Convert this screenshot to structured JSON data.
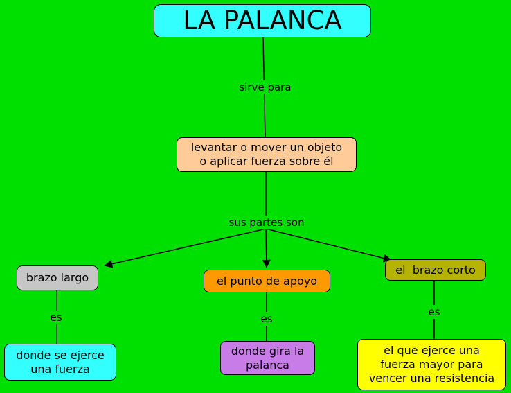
{
  "canvas": {
    "bg": "#00e000"
  },
  "title": {
    "label": "LA PALANCA",
    "bg": "#33ffff"
  },
  "connectors": {
    "sirve_para": "sirve para",
    "sus_partes_son": "sus partes son",
    "es": "es"
  },
  "nodes": {
    "objetivo": {
      "label": "levantar o mover un objeto\no aplicar fuerza sobre él",
      "bg": "#ffcc99"
    },
    "brazo_largo": {
      "label": "brazo largo",
      "bg": "#c6c6c6"
    },
    "punto_apoyo": {
      "label": "el punto de apoyo",
      "bg": "#ff9900"
    },
    "brazo_corto": {
      "label": "el  brazo corto",
      "bg": "#b3b300"
    },
    "donde_fuerza": {
      "label": "donde se ejerce\nuna fuerza",
      "bg": "#33ffff"
    },
    "donde_gira": {
      "label": "donde gira la\npalanca",
      "bg": "#c77ce8"
    },
    "fuerza_mayor": {
      "label": "el que ejerce una\nfuerza mayor para\nvencer una resistencia",
      "bg": "#ffff00"
    }
  }
}
